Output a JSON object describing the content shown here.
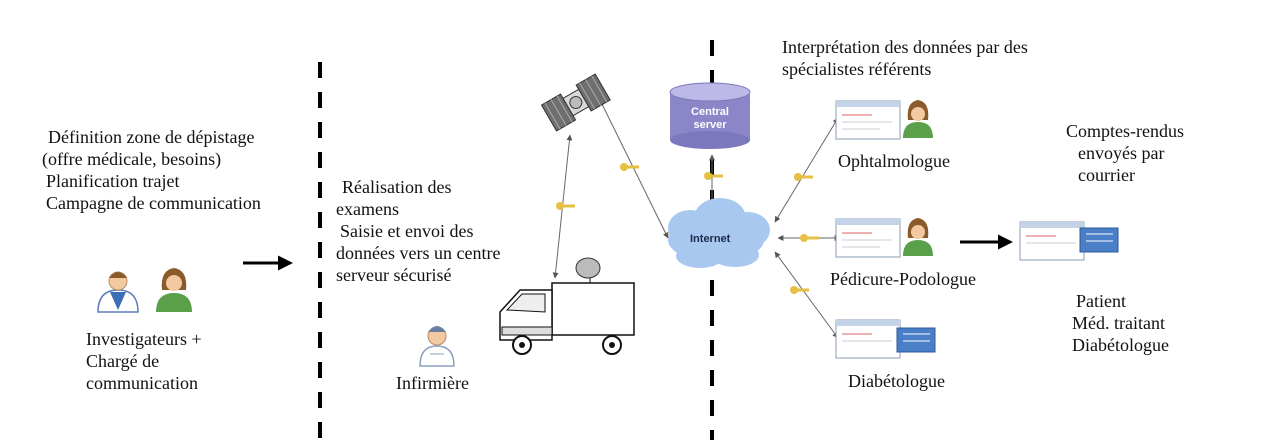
{
  "left": {
    "definition": [
      "Définition zone de dépistage",
      "(offre médicale, besoins)",
      "Planification trajet",
      "Campagne de communication"
    ],
    "people": [
      "Investigateurs +",
      "Chargé de",
      "communication"
    ]
  },
  "middle": {
    "exams": [
      "Réalisation des",
      "examens",
      "Saisie et envoi des",
      "données vers un centre",
      "serveur sécurisé"
    ],
    "nurse": "Infirmière"
  },
  "network": {
    "server": [
      "Central",
      "server"
    ],
    "internet": "Internet"
  },
  "right": {
    "interpretation": [
      "Interprétation des données par des",
      "spécialistes référents"
    ],
    "specialists": [
      "Ophtalmologue",
      "Pédicure-Podologue",
      "Diabétologue"
    ],
    "reports": [
      "Comptes-rendus",
      "envoyés par",
      "courrier"
    ],
    "recipients": [
      "Patient",
      "Méd. traitant",
      "Diabétologue"
    ]
  },
  "colors": {
    "server": "#8a86c8",
    "cloud": "#a8c8f0",
    "key": "#e6bf45",
    "skin": "#f2c9a0",
    "hair": "#8a5a2b",
    "coat": "#ffffff",
    "green": "#5aa04a"
  }
}
